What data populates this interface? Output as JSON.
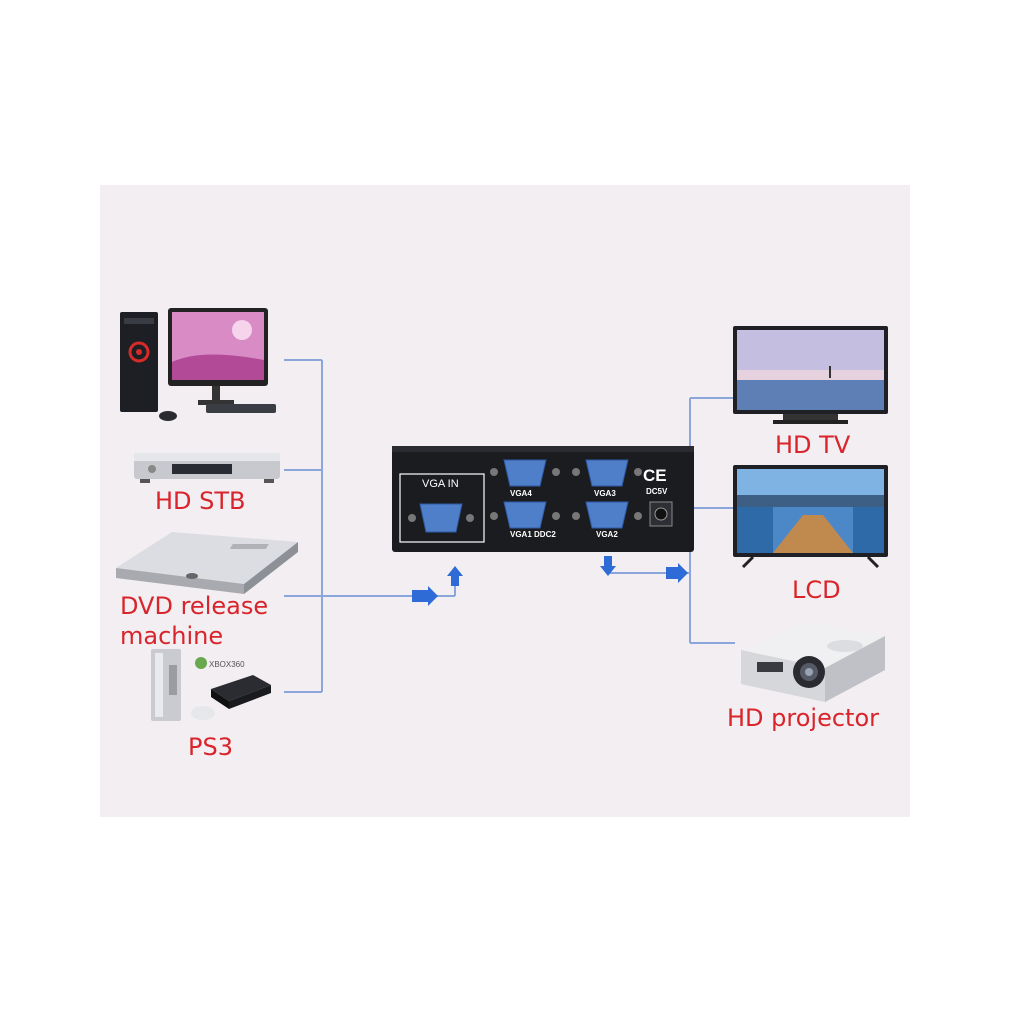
{
  "inputs": [
    {
      "id": "pc",
      "label": ""
    },
    {
      "id": "stb",
      "label": "HD STB"
    },
    {
      "id": "dvd",
      "label": "DVD release\nmachine"
    },
    {
      "id": "ps3",
      "label": "PS3"
    }
  ],
  "outputs": [
    {
      "id": "tv",
      "label": "HD TV"
    },
    {
      "id": "lcd",
      "label": "LCD"
    },
    {
      "id": "projector",
      "label": "HD projector"
    }
  ],
  "splitter": {
    "input_label": "VGA  IN",
    "ports": [
      "VGA4",
      "VGA3",
      "VGA1 DDC2",
      "VGA2"
    ],
    "power_label": "DC5V",
    "cert_mark": "CE"
  },
  "console_logo": "XBOX360",
  "colors": {
    "label_red": "#d9242b",
    "wire": "#8aa6da",
    "arrow": "#2f6bd6",
    "panel_bg": "#f2eef1",
    "device_body": "#1b1c20"
  }
}
